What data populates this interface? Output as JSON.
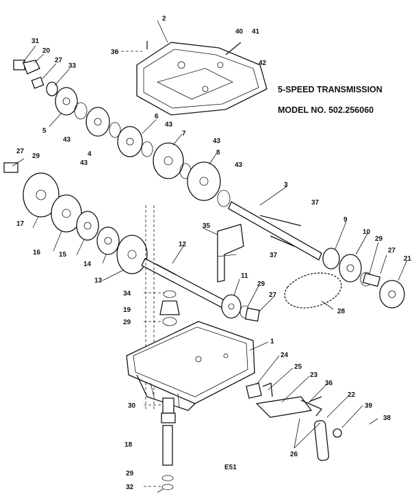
{
  "title_line1": "5-SPEED TRANSMISSION",
  "title_line2": "MODEL NO. 502.256060",
  "figure_code": "E51",
  "callouts": {
    "c1": "1",
    "c2": "2",
    "c3": "3",
    "c4": "4",
    "c5": "5",
    "c6": "6",
    "c7": "7",
    "c8": "8",
    "c9": "9",
    "c10": "10",
    "c11": "11",
    "c12": "12",
    "c13": "13",
    "c14": "14",
    "c15": "15",
    "c16": "16",
    "c17": "17",
    "c18": "18",
    "c19": "19",
    "c20": "20",
    "c21": "21",
    "c22": "22",
    "c23": "23",
    "c24": "24",
    "c25": "25",
    "c26": "26",
    "c27a": "27",
    "c27b": "27",
    "c27c": "27",
    "c27d": "27",
    "c28": "28",
    "c29a": "29",
    "c29b": "29",
    "c29c": "29",
    "c29d": "29",
    "c29e": "29",
    "c30": "30",
    "c31": "31",
    "c32": "32",
    "c33": "33",
    "c34": "34",
    "c35": "35",
    "c36a": "36",
    "c36b": "36",
    "c37a": "37",
    "c37b": "37",
    "c38": "38",
    "c39": "39",
    "c40": "40",
    "c41": "41",
    "c42": "42",
    "c43a": "43",
    "c43b": "43",
    "c43c": "43",
    "c43d": "43",
    "c43e": "43"
  }
}
